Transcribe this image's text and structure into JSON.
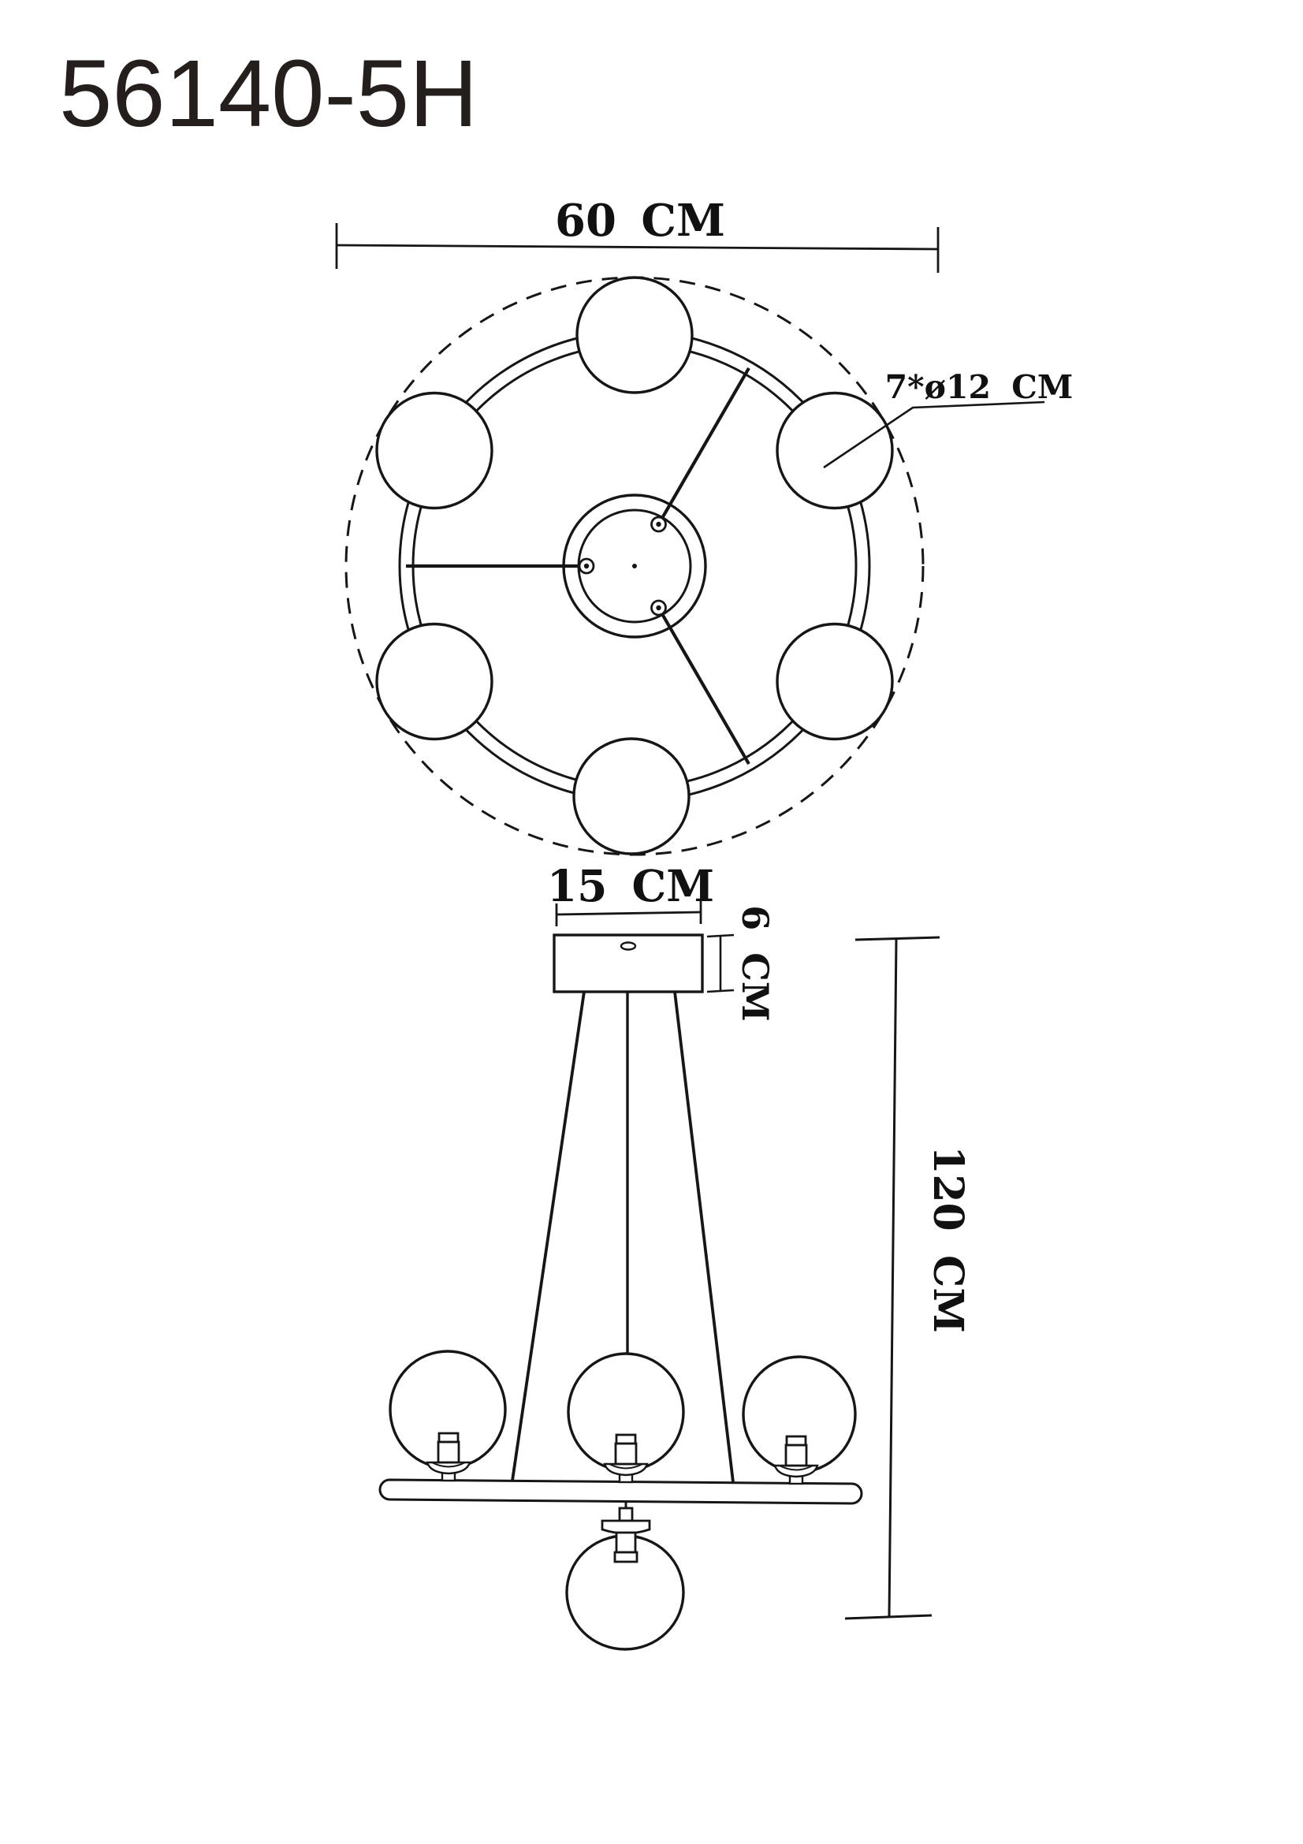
{
  "title": "56140-5H",
  "colors": {
    "line": "#161616",
    "background": "#ffffff",
    "text": "#111111"
  },
  "top_view": {
    "diameter_label": "60 CM",
    "shade_label": "7*ø12 CM",
    "ring_globe_count": 6
  },
  "side_view": {
    "canopy_width_label": "15 CM",
    "canopy_height_label": "6 CM",
    "overall_height_label": "120 CM",
    "bar_globe_count": 3,
    "pendant_globe_count": 1
  }
}
